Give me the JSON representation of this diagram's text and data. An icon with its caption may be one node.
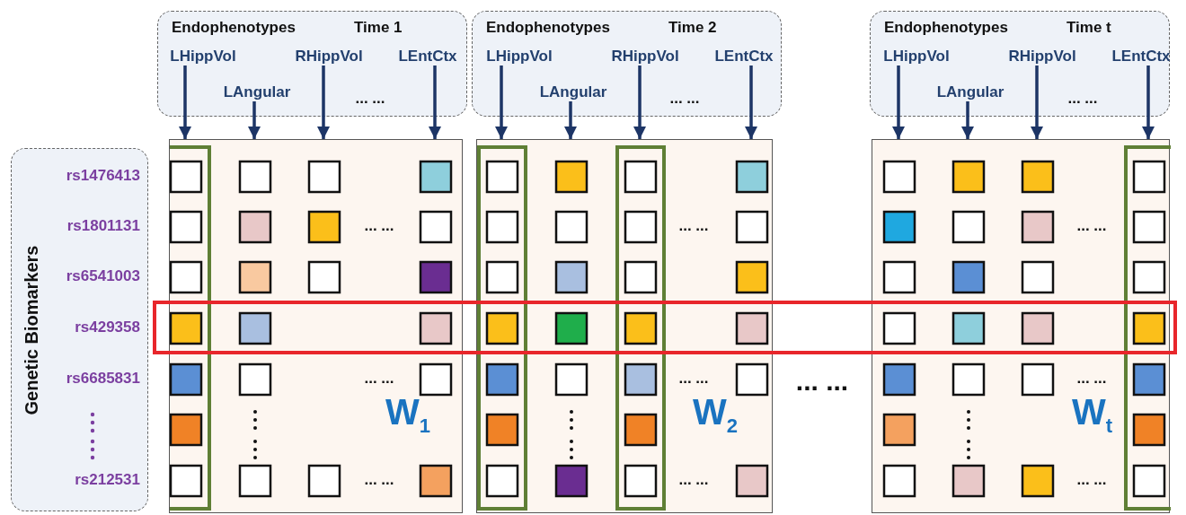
{
  "diagram": {
    "nodes": [
      {
        "text": [
          "Endophenotypes",
          "Time 1"
        ]
      },
      {
        "text": [
          "LHippVol"
        ],
        "in": 0
      },
      {
        "text": [
          "LAngular"
        ],
        "in": 0
      },
      {
        "text": [
          "RHippVol"
        ],
        "in": 0
      },
      {
        "text": [
          "LEntCtx"
        ],
        "in": 0
      },
      {
        "text": [
          "Endophenotypes",
          "Time 2"
        ]
      },
      {
        "text": [
          "LHippVol"
        ],
        "in": 5
      },
      {
        "text": [
          "LAngular"
        ],
        "in": 5
      },
      {
        "text": [
          "RHippVol"
        ],
        "in": 5
      },
      {
        "text": [
          "LEntCtx"
        ],
        "in": 5
      },
      {
        "text": [
          "Endophenotypes",
          "Time t"
        ]
      },
      {
        "text": [
          "LHippVol"
        ],
        "in": 10
      },
      {
        "text": [
          "LAngular"
        ],
        "in": 10
      },
      {
        "text": [
          "RHippVol"
        ],
        "in": 10
      },
      {
        "text": [
          "LEntCtx"
        ],
        "in": 10
      },
      {
        "text": [
          "Genetic Biomarkers"
        ]
      },
      {
        "text": [
          "rs1476413"
        ],
        "in": 15
      },
      {
        "text": [
          "rs1801131"
        ],
        "in": 15
      },
      {
        "text": [
          "rs6541003"
        ],
        "in": 15
      },
      {
        "text": [
          "rs429358"
        ],
        "in": 15
      },
      {
        "text": [
          "rs6685831"
        ],
        "in": 15
      },
      {
        "text": [
          "rs212531"
        ],
        "in": 15
      },
      {
        "text": [
          "W$_{1}$"
        ]
      },
      {
        "text": [
          "W$_{2}$"
        ]
      },
      {
        "text": [
          "W$_{t}$"
        ]
      }
    ],
    "edges": [
      {
        "from": 1,
        "to": 22,
        "arrow": "to"
      },
      {
        "from": 2,
        "to": 22,
        "arrow": "to"
      },
      {
        "from": 3,
        "to": 22,
        "arrow": "to"
      },
      {
        "from": 4,
        "to": 22,
        "arrow": "to"
      },
      {
        "from": 6,
        "to": 23,
        "arrow": "to"
      },
      {
        "from": 7,
        "to": 23,
        "arrow": "to"
      },
      {
        "from": 8,
        "to": 23,
        "arrow": "to"
      },
      {
        "from": 9,
        "to": 23,
        "arrow": "to"
      },
      {
        "from": 11,
        "to": 24,
        "arrow": "to"
      },
      {
        "from": 12,
        "to": 24,
        "arrow": "to"
      },
      {
        "from": 13,
        "to": 24,
        "arrow": "to"
      },
      {
        "from": 14,
        "to": 24,
        "arrow": "to"
      }
    ],
    "labels": [
      "... ...",
      "... ...",
      "... ...",
      "... ...",
      "... ...",
      "... ...",
      "... ...",
      "... ...",
      "... ...",
      "... ...",
      "... ...",
      "... ...",
      "... ..."
    ]
  }
}
